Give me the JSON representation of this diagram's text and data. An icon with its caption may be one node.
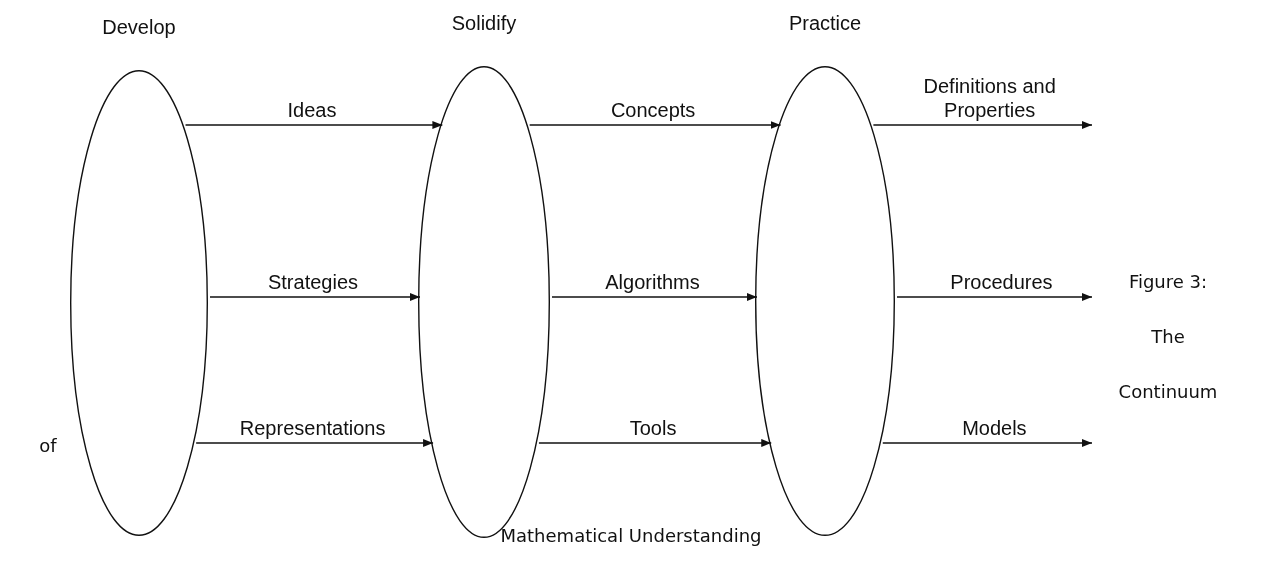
{
  "diagram": {
    "nodes": [
      {
        "text": [
          "Develop"
        ]
      },
      {
        "text": [
          "Solidify"
        ]
      },
      {
        "text": [
          "Practice"
        ]
      }
    ],
    "edges": [
      {
        "from": 0,
        "to": 1,
        "arrow": "to",
        "label": "Ideas"
      },
      {
        "from": 1,
        "to": 2,
        "arrow": "to",
        "label": "Concepts"
      },
      {
        "from": 2,
        "to": null,
        "arrow": "to",
        "label": "Definitions and Properties"
      },
      {
        "from": 0,
        "to": 1,
        "arrow": "to",
        "label": "Strategies"
      },
      {
        "from": 1,
        "to": 2,
        "arrow": "to",
        "label": "Algorithms"
      },
      {
        "from": 2,
        "to": null,
        "arrow": "to",
        "label": "Procedures"
      },
      {
        "from": 0,
        "to": 1,
        "arrow": "to",
        "label": "Representations"
      },
      {
        "from": 1,
        "to": 2,
        "arrow": "to",
        "label": "Tools"
      },
      {
        "from": 2,
        "to": null,
        "arrow": "to",
        "label": "Models"
      }
    ],
    "labels": [
      "Figure 3:",
      "The",
      "Continuum",
      "of",
      "Mathematical Understanding"
    ]
  }
}
